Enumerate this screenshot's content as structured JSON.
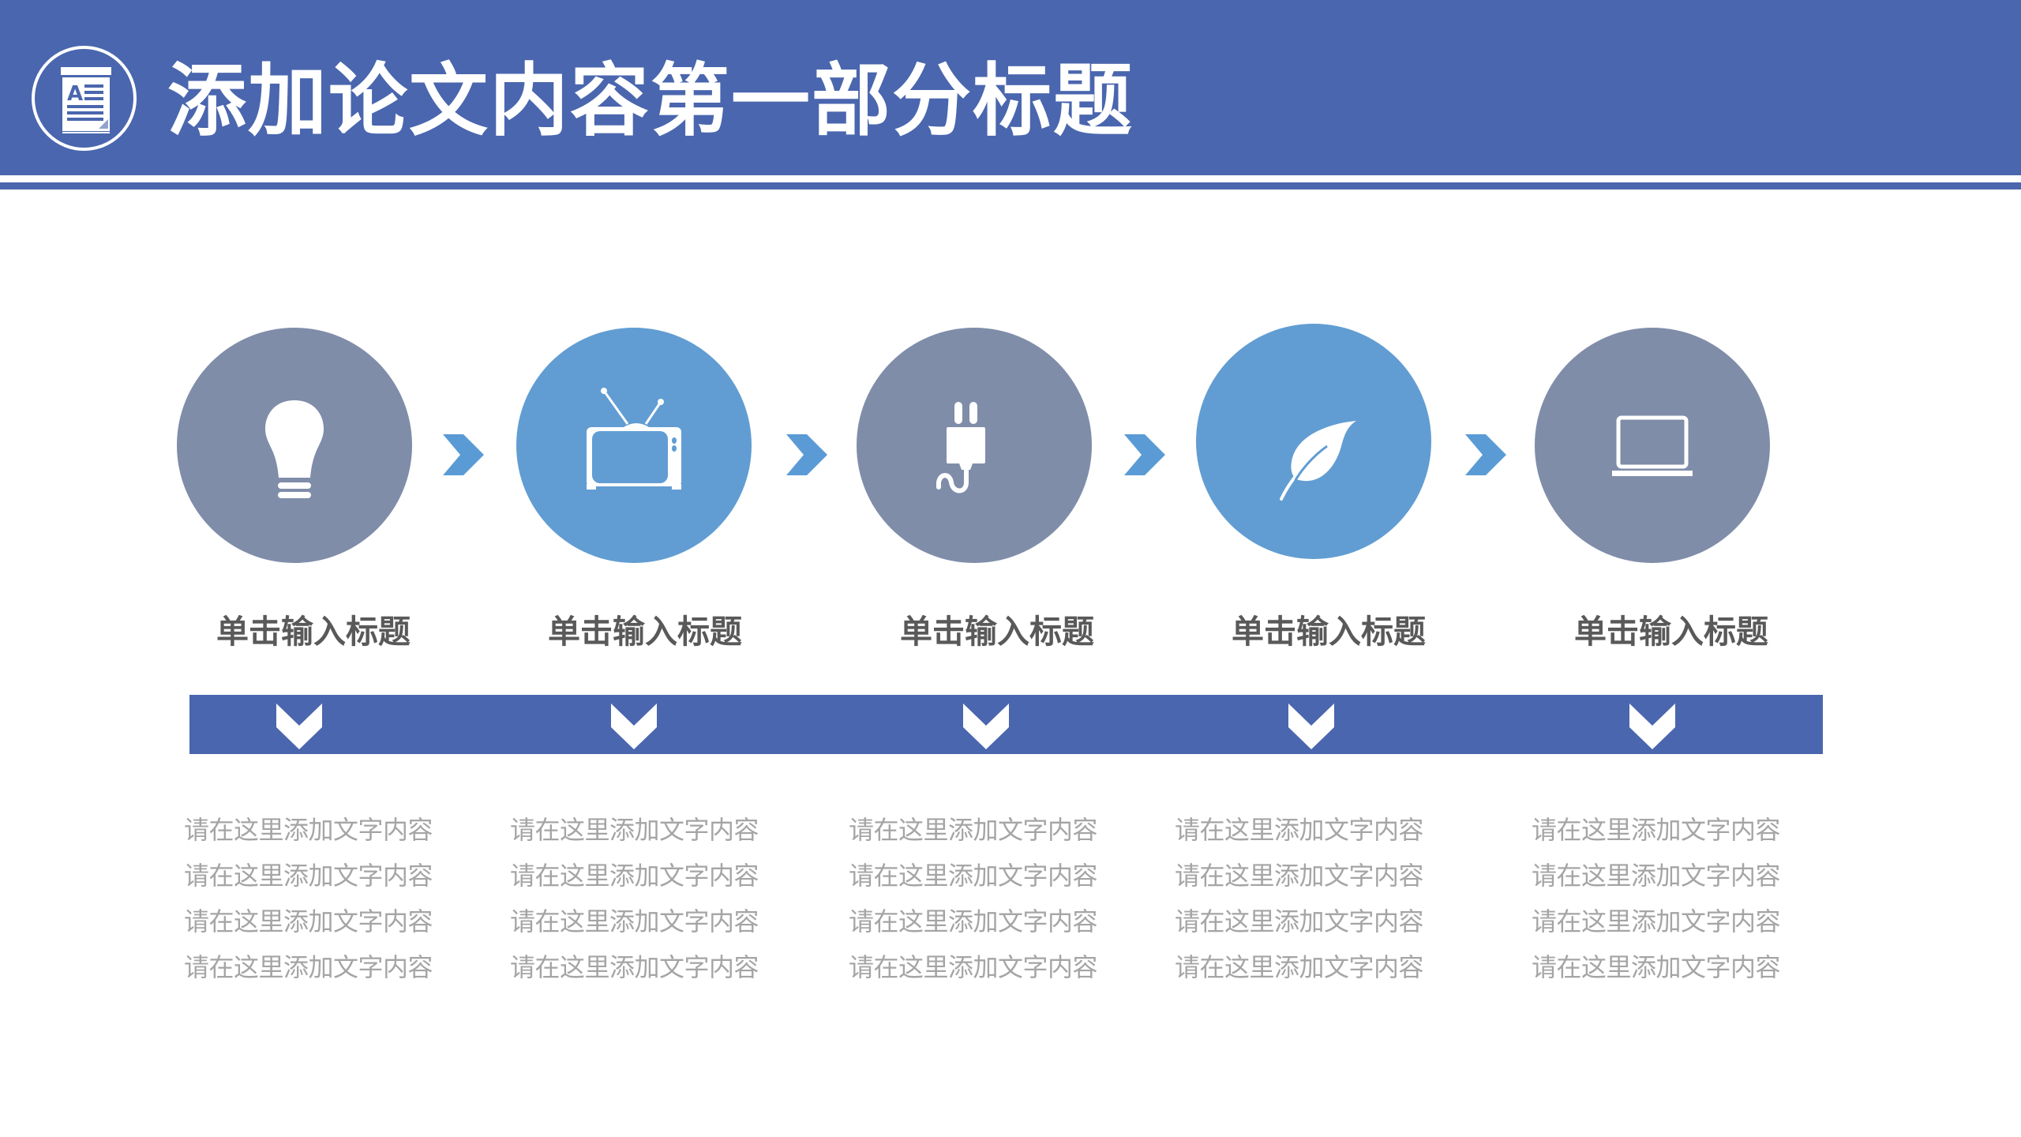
{
  "header": {
    "title": "添加论文内容第一部分标题",
    "badge_icon": "document-icon",
    "color": "#4A66AE"
  },
  "colors": {
    "primary": "#4A66AE",
    "circle_gray": "#7F8DA9",
    "circle_blue": "#619DD2",
    "arrow": "#5B9BD5",
    "title_text": "#595959",
    "body_text": "#A5A5A5"
  },
  "steps": [
    {
      "icon": "lightbulb-icon",
      "color": "#7F8DA9",
      "title": "单击输入标题",
      "lines": [
        "请在这里添加文字内容",
        "请在这里添加文字内容",
        "请在这里添加文字内容",
        "请在这里添加文字内容"
      ]
    },
    {
      "icon": "television-icon",
      "color": "#619DD2",
      "title": "单击输入标题",
      "lines": [
        "请在这里添加文字内容",
        "请在这里添加文字内容",
        "请在这里添加文字内容",
        "请在这里添加文字内容"
      ]
    },
    {
      "icon": "plug-icon",
      "color": "#7F8DA9",
      "title": "单击输入标题",
      "lines": [
        "请在这里添加文字内容",
        "请在这里添加文字内容",
        "请在这里添加文字内容",
        "请在这里添加文字内容"
      ]
    },
    {
      "icon": "leaf-icon",
      "color": "#619DD2",
      "title": "单击输入标题",
      "lines": [
        "请在这里添加文字内容",
        "请在这里添加文字内容",
        "请在这里添加文字内容",
        "请在这里添加文字内容"
      ]
    },
    {
      "icon": "laptop-icon",
      "color": "#7F8DA9",
      "title": "单击输入标题",
      "lines": [
        "请在这里添加文字内容",
        "请在这里添加文字内容",
        "请在这里添加文字内容",
        "请在这里添加文字内容"
      ]
    }
  ]
}
